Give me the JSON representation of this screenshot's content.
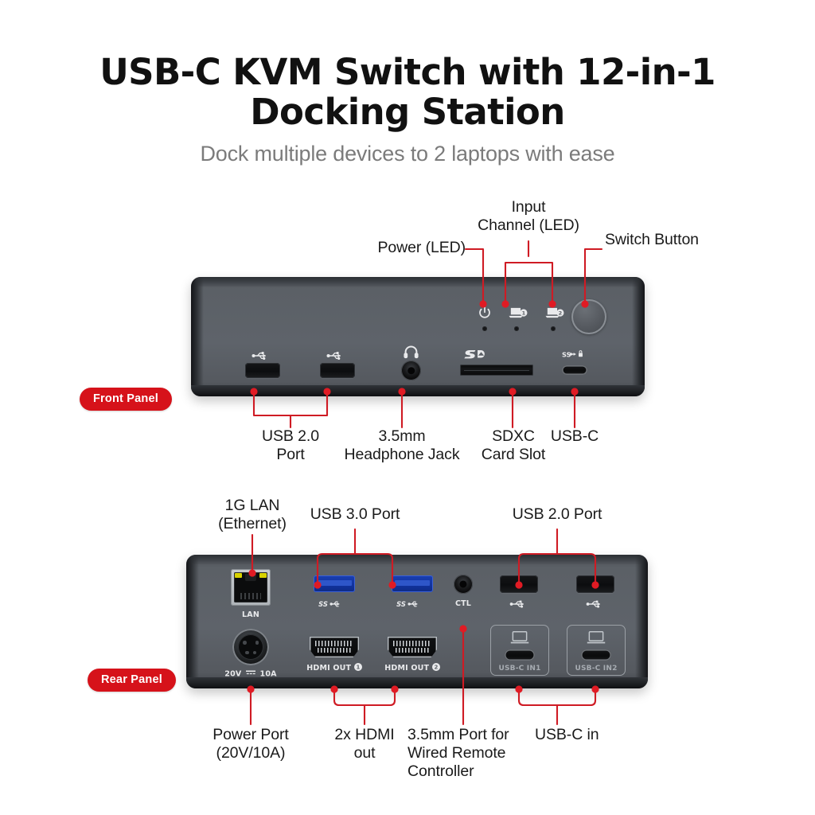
{
  "header": {
    "title_line1": "USB-C KVM Switch with 12-in-1",
    "title_line2": "Docking Station",
    "subtitle": "Dock multiple devices to 2 laptops with ease"
  },
  "badges": {
    "front": "Front Panel",
    "rear": "Rear Panel"
  },
  "front_panel": {
    "callouts_top": [
      {
        "text": "Power (LED)"
      },
      {
        "text": "Input\nChannel (LED)"
      },
      {
        "text": "Switch Button"
      }
    ],
    "callouts_bottom": [
      {
        "text": "USB 2.0\nPort"
      },
      {
        "text": "3.5mm\nHeadphone Jack"
      },
      {
        "text": "SDXC\nCard Slot"
      },
      {
        "text": "USB-C"
      }
    ],
    "indicators": [
      {
        "icon": "power-icon",
        "label": "power"
      },
      {
        "icon": "laptop-1-icon",
        "label": "1"
      },
      {
        "icon": "laptop-2-icon",
        "label": "2"
      }
    ],
    "port_marks": {
      "usb_a_1": "usb-icon",
      "usb_a_2": "usb-icon",
      "headphone": "headphone-icon",
      "sd": "SD",
      "usb_c": "usb-c-secure-icon"
    }
  },
  "rear_panel": {
    "callouts_top": [
      {
        "text": "1G LAN\n(Ethernet)"
      },
      {
        "text": "USB 3.0 Port"
      },
      {
        "text": "USB 2.0 Port"
      }
    ],
    "callouts_bottom": [
      {
        "text": "Power Port\n(20V/10A)"
      },
      {
        "text": "2x HDMI\nout"
      },
      {
        "text": "3.5mm Port for\nWired Remote\nController"
      },
      {
        "text": "USB-C in"
      }
    ],
    "port_labels": {
      "lan": "LAN",
      "power": "20V ⎓ 10A",
      "power_volt": "20V",
      "power_amp": "10A",
      "usb3_1": "SS",
      "usb3_2": "SS",
      "ctl": "CTL",
      "hdmi1": "HDMI OUT",
      "hdmi1_num": "1",
      "hdmi2": "HDMI OUT",
      "hdmi2_num": "2",
      "usbc_in1": "USB-C IN1",
      "usbc_in2": "USB-C IN2"
    }
  },
  "colors": {
    "accent_red": "#d6121a",
    "leader_red": "#cf1b24",
    "body_gray": "#5b6066",
    "usb3_blue": "#1335a4",
    "subtitle_gray": "#7b7b7b"
  }
}
